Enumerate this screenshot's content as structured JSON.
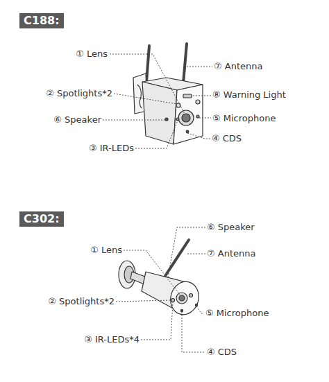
{
  "diagram": {
    "nodes": [
      {
        "text": [
          "C188:"
        ]
      },
      {
        "text": [
          "C302:"
        ]
      }
    ],
    "labels": [
      "① Lens",
      "⑦ Antenna",
      "② Spotlights*2",
      "⑧ Warning Light",
      "⑥ Speaker",
      "⑤ Microphone",
      "④ CDS",
      "③ IR-LEDs",
      "⑥ Speaker",
      "① Lens",
      "⑦ Antenna",
      "② Spotlights*2",
      "⑤ Microphone",
      "③ IR-LEDs*4",
      "④ CDS"
    ]
  }
}
